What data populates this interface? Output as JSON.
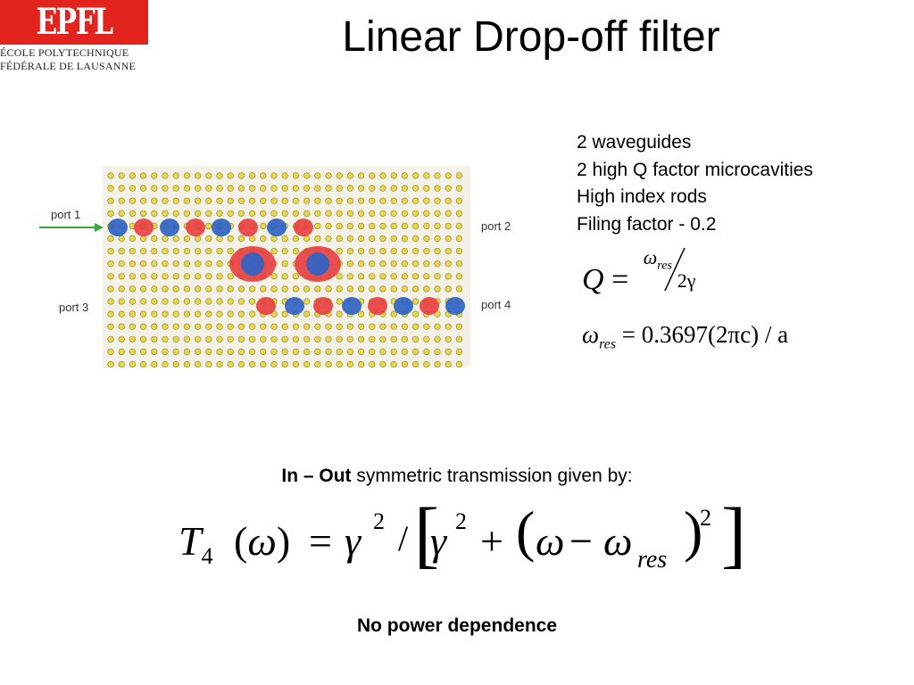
{
  "header": {
    "logo_mark": "EPFL",
    "logo_line1": "ÉCOLE POLYTECHNIQUE",
    "logo_line2": "FÉDÉRALE DE LAUSANNE",
    "title": "Linear Drop-off filter"
  },
  "figure": {
    "ports": [
      "port 1",
      "port 2",
      "port 3",
      "port 4"
    ],
    "colors": {
      "rod": "#e6d84a",
      "red": "#e84141",
      "blue": "#2f63c4",
      "arrow": "#3aa53a",
      "bg": "#f3f1e8"
    }
  },
  "bullets": [
    "2 waveguides",
    "2 high Q factor microcavities",
    "High index rods",
    "Filing factor - 0.2"
  ],
  "formulas": {
    "q": {
      "lhs": "Q",
      "eq": "=",
      "num": "ω",
      "num_sub": "res",
      "den": "2γ"
    },
    "w": {
      "lhs": "ω",
      "lhs_sub": "res",
      "eq": "=",
      "rhs": "0.3697(2πc) / a"
    },
    "t": {
      "T": "T",
      "T_sub": "4",
      "arg": "(ω)",
      "eq": "=",
      "g": "γ",
      "g_sup": "2",
      "slash": "/",
      "w": "ω",
      "minus": "−",
      "w2": "ω",
      "w2_sub": "res",
      "sup": "2"
    }
  },
  "caption": {
    "bold": "In – Out",
    "rest": " symmetric transmission given by:"
  },
  "footer": "No power dependence"
}
